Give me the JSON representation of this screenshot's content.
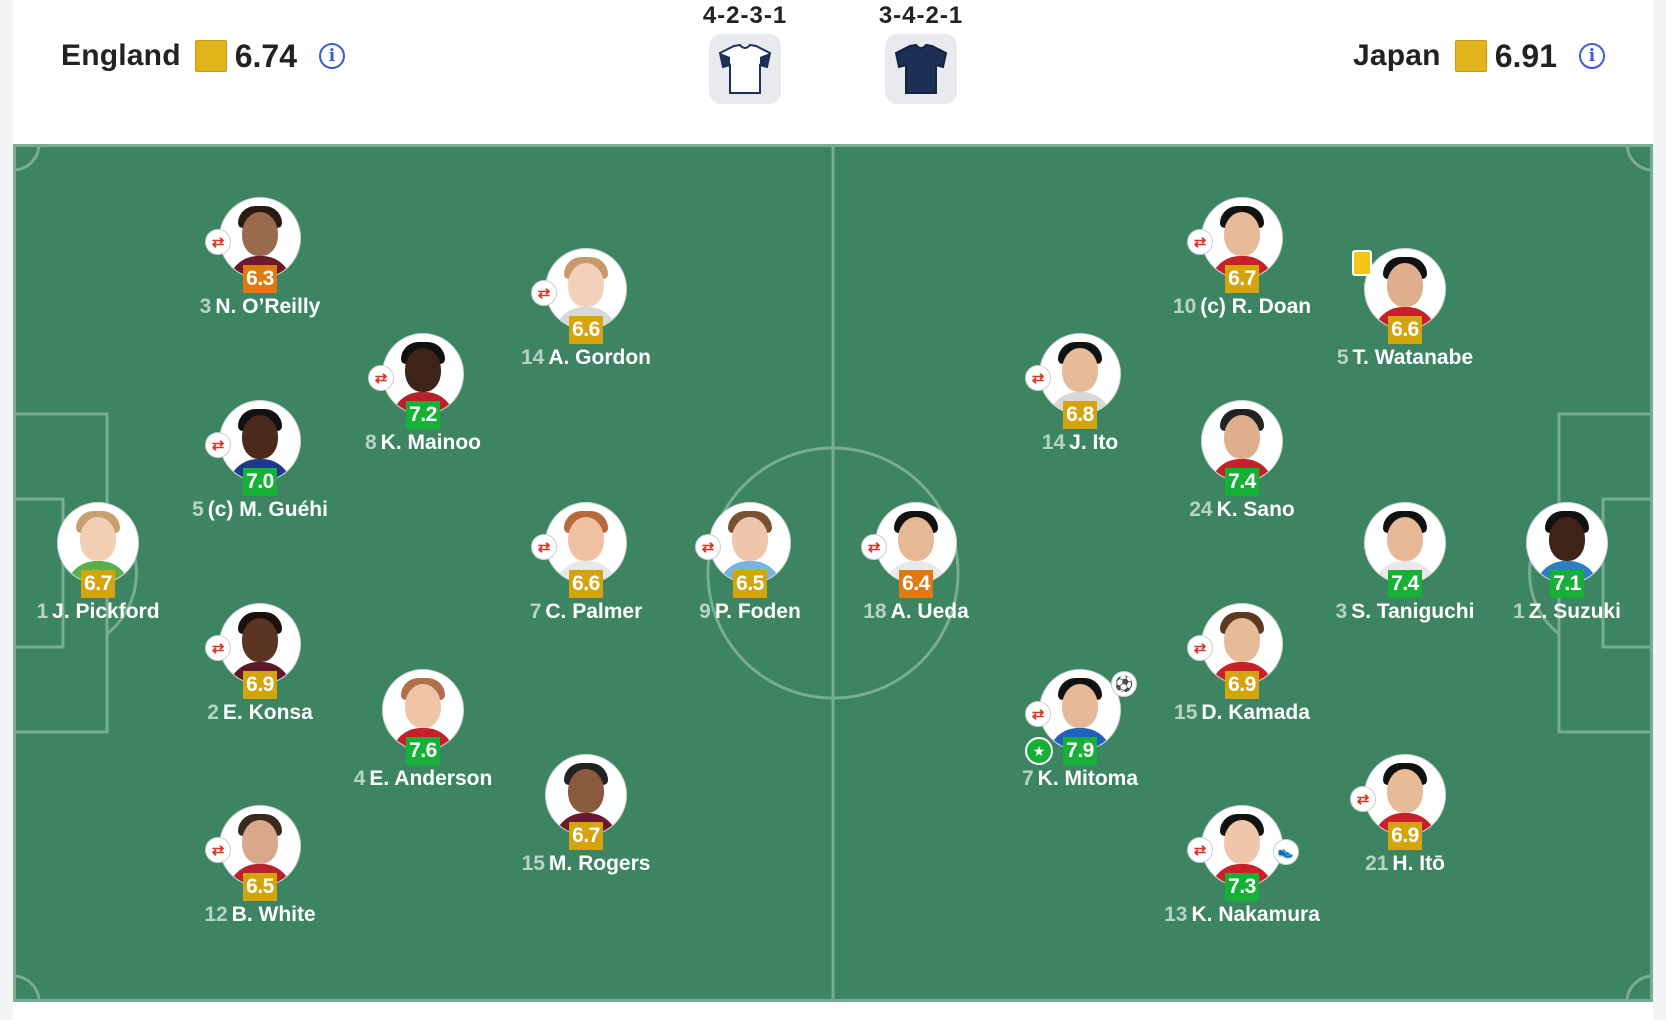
{
  "home": {
    "name": "England",
    "rating": "6.74",
    "formation": "4-2-3-1",
    "kit_color": "#ffffff"
  },
  "away": {
    "name": "Japan",
    "rating": "6.91",
    "formation": "3-4-2-1",
    "kit_color": "#1d2f57"
  },
  "colors": {
    "pitch": "#3d8463",
    "rating_yellow": "#d4a40d",
    "rating_green": "#16b036",
    "rating_orange": "#e07a10",
    "team_rating_box": "#e3b31b",
    "info": "#3b5bdb"
  },
  "icons": {
    "info": "info-icon",
    "substitution": "substitution-icon",
    "yellow_card": "yellow-card-icon",
    "goal": "goal-icon",
    "assist": "boot-icon",
    "player_of_match": "star-icon"
  },
  "players": [
    {
      "num": "1",
      "name": "J. Pickford",
      "rating": "6.7",
      "color": "yel",
      "sub": false
    },
    {
      "num": "3",
      "name": "N. O’Reilly",
      "rating": "6.3",
      "color": "org",
      "sub": true
    },
    {
      "num": "5",
      "name": "(c) M. Guéhi",
      "rating": "7.0",
      "color": "grn",
      "sub": true
    },
    {
      "num": "2",
      "name": "E. Konsa",
      "rating": "6.9",
      "color": "yel",
      "sub": true
    },
    {
      "num": "12",
      "name": "B. White",
      "rating": "6.5",
      "color": "yel",
      "sub": true
    },
    {
      "num": "8",
      "name": "K. Mainoo",
      "rating": "7.2",
      "color": "grn",
      "sub": true
    },
    {
      "num": "4",
      "name": "E. Anderson",
      "rating": "7.6",
      "color": "grn",
      "sub": false
    },
    {
      "num": "14",
      "name": "A. Gordon",
      "rating": "6.6",
      "color": "yel",
      "sub": true
    },
    {
      "num": "7",
      "name": "C. Palmer",
      "rating": "6.6",
      "color": "yel",
      "sub": true
    },
    {
      "num": "15",
      "name": "M. Rogers",
      "rating": "6.7",
      "color": "yel",
      "sub": false
    },
    {
      "num": "9",
      "name": "P. Foden",
      "rating": "6.5",
      "color": "yel",
      "sub": true
    },
    {
      "num": "18",
      "name": "A. Ueda",
      "rating": "6.4",
      "color": "org",
      "sub": true
    },
    {
      "num": "14",
      "name": "J. Ito",
      "rating": "6.8",
      "color": "yel",
      "sub": true
    },
    {
      "num": "7",
      "name": "K. Mitoma",
      "rating": "7.9",
      "color": "grn",
      "sub": true
    },
    {
      "num": "10",
      "name": "(c) R. Doan",
      "rating": "6.7",
      "color": "yel",
      "sub": true
    },
    {
      "num": "24",
      "name": "K. Sano",
      "rating": "7.4",
      "color": "grn",
      "sub": false
    },
    {
      "num": "15",
      "name": "D. Kamada",
      "rating": "6.9",
      "color": "yel",
      "sub": true
    },
    {
      "num": "13",
      "name": "K. Nakamura",
      "rating": "7.3",
      "color": "grn",
      "sub": true
    },
    {
      "num": "5",
      "name": "T. Watanabe",
      "rating": "6.6",
      "color": "yel",
      "sub": false
    },
    {
      "num": "3",
      "name": "S. Taniguchi",
      "rating": "7.4",
      "color": "grn",
      "sub": false
    },
    {
      "num": "21",
      "name": "H. Itō",
      "rating": "6.9",
      "color": "yel",
      "sub": true
    },
    {
      "num": "1",
      "name": "Z. Suzuki",
      "rating": "7.1",
      "color": "grn",
      "sub": false
    }
  ]
}
